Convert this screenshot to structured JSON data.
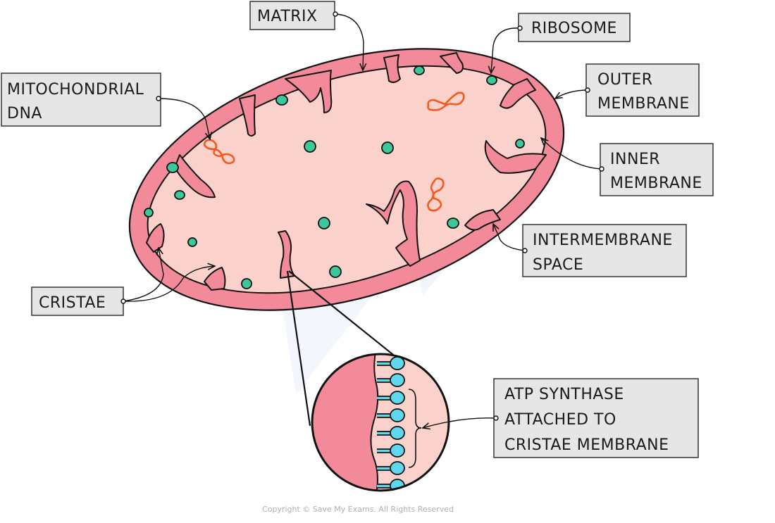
{
  "labels": {
    "matrix": "MATRIX",
    "ribosome": "RIBOSOME",
    "mitochondrial_dna_line1": "MITOCHONDRIAL",
    "mitochondrial_dna_line2": "DNA",
    "outer_membrane_line1": "OUTER",
    "outer_membrane_line2": "MEMBRANE",
    "inner_membrane_line1": "INNER",
    "inner_membrane_line2": "MEMBRANE",
    "intermembrane_line1": "INTERMEMBRANE",
    "intermembrane_line2": "SPACE",
    "cristae": "CRISTAE",
    "atp_line1": "ATP  SYNTHASE",
    "atp_line2": "ATTACHED  TO",
    "atp_line3": "CRISTAE  MEMBRANE"
  },
  "copyright": "Copyright © Save My Exams. All Rights Reserved",
  "colors": {
    "outer_membrane": "#f28a9a",
    "matrix": "#fbd2cb",
    "ribosome": "#3cc89a",
    "dna": "#f45a1e",
    "atp_synthase": "#5fd8ee",
    "label_box": "#e6e6e6",
    "outline": "#111111"
  }
}
